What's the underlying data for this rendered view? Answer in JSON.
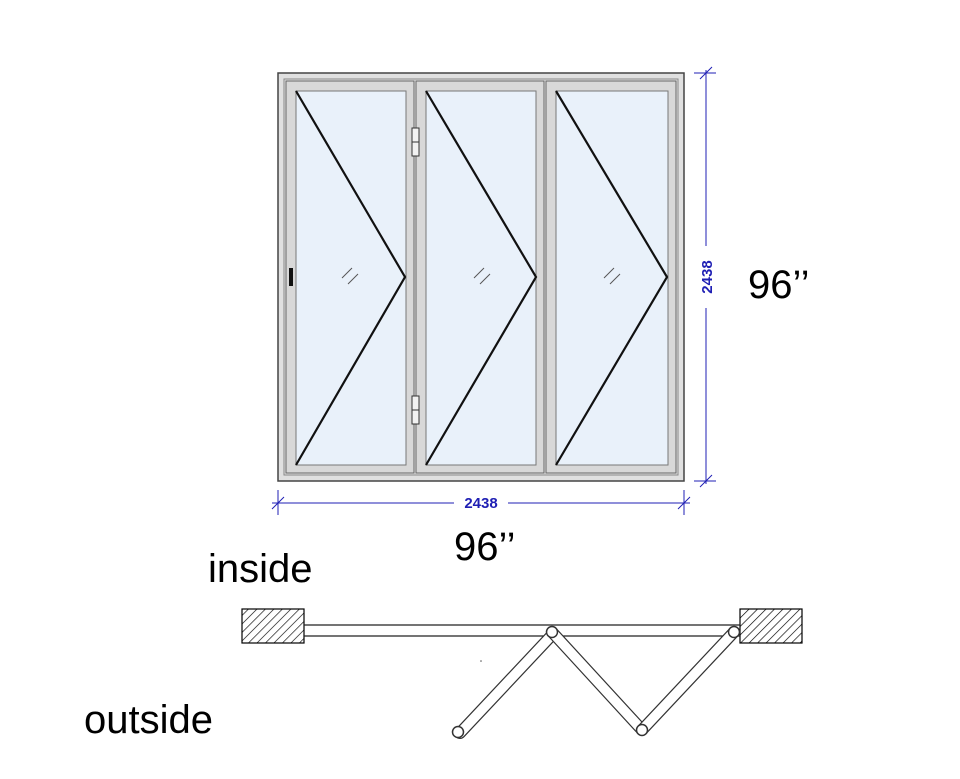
{
  "door": {
    "panel_count": 3,
    "width_mm": "2438",
    "height_mm": "2438",
    "width_label": "96’’",
    "height_label": "96’’"
  },
  "plan": {
    "inside_label": "inside",
    "outside_label": "outside"
  },
  "colors": {
    "frame": "#e0e0e0",
    "frame_stroke": "#555555",
    "glass": "#e9f1fa",
    "dimension": "#1f1fb4",
    "ink": "#000000"
  }
}
